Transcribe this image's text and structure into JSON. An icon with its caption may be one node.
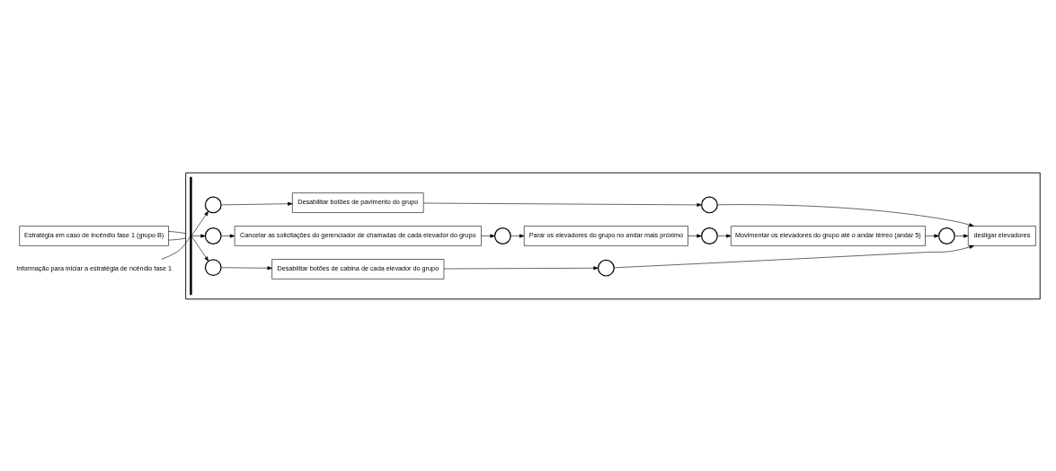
{
  "diagram": {
    "nodes": [
      {
        "text": [
          "Estratégia em caso de incêndio fase 1 (grupo B)"
        ]
      },
      {
        "text": [],
        "shape": "box"
      },
      {
        "text": [
          "Informação para iniciar a estratégia de ncêndio fase 1"
        ]
      },
      {
        "text": [],
        "shape": "bar",
        "in": 1
      },
      {
        "text": [],
        "shape": "circle",
        "in": 1
      },
      {
        "text": [
          "Desabilitar botões de cabina de cada elevador do grupo"
        ],
        "in": 1
      },
      {
        "text": [],
        "shape": "circle",
        "in": 1
      },
      {
        "text": [],
        "shape": "circle",
        "in": 1
      },
      {
        "text": [
          "Cancelar as solicitações do gerenciador de chamadas de cada elevador do grupo"
        ],
        "in": 1
      },
      {
        "text": [],
        "shape": "circle",
        "in": 1
      },
      {
        "text": [
          "Parar os elevadores do grupo no andar mais próximo"
        ],
        "in": 1
      },
      {
        "text": [],
        "shape": "circle",
        "in": 1
      },
      {
        "text": [
          "Movimentar os elevadores do grupo até o andar térreo (andar 5)"
        ],
        "in": 1
      },
      {
        "text": [],
        "shape": "circle",
        "in": 1
      },
      {
        "text": [
          "desligar elevadores"
        ],
        "in": 1
      },
      {
        "text": [],
        "shape": "circle",
        "in": 1
      },
      {
        "text": [
          "Desabilitar botões de pavimento do grupo"
        ],
        "in": 1
      },
      {
        "text": [],
        "shape": "circle",
        "in": 1
      }
    ],
    "edges": [
      {
        "from": 0,
        "to": 1,
        "arrow": "none"
      },
      {
        "from": 0,
        "to": 1,
        "arrow": "none"
      },
      {
        "from": 2,
        "to": 3,
        "arrow": "none"
      },
      {
        "from": 3,
        "to": 4,
        "arrow": "to"
      },
      {
        "from": 3,
        "to": 7,
        "arrow": "to"
      },
      {
        "from": 3,
        "to": 15,
        "arrow": "to"
      },
      {
        "from": 4,
        "to": 5,
        "arrow": "to"
      },
      {
        "from": 5,
        "to": 6,
        "arrow": "to"
      },
      {
        "from": 6,
        "to": 14,
        "arrow": "to"
      },
      {
        "from": 7,
        "to": 8,
        "arrow": "to"
      },
      {
        "from": 8,
        "to": 9,
        "arrow": "to"
      },
      {
        "from": 9,
        "to": 10,
        "arrow": "to"
      },
      {
        "from": 10,
        "to": 11,
        "arrow": "to"
      },
      {
        "from": 11,
        "to": 12,
        "arrow": "to"
      },
      {
        "from": 12,
        "to": 13,
        "arrow": "to"
      },
      {
        "from": 13,
        "to": 14,
        "arrow": "to"
      },
      {
        "from": 15,
        "to": 16,
        "arrow": "to"
      },
      {
        "from": 16,
        "to": 17,
        "arrow": "to"
      },
      {
        "from": 17,
        "to": 14,
        "arrow": "to"
      }
    ]
  }
}
